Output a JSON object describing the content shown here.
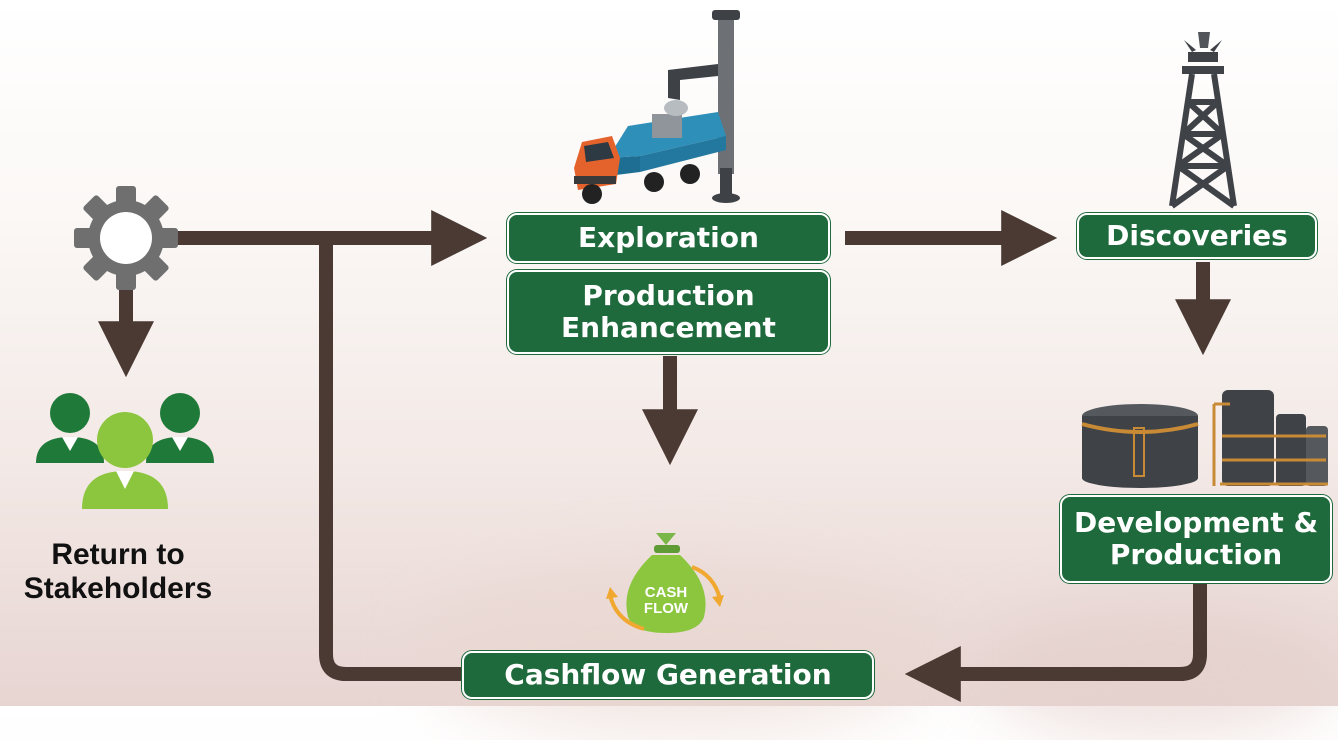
{
  "colors": {
    "box_green": "#1f6a3c",
    "arrow_brown": "#4a3a33",
    "people_dark": "#1f7a3a",
    "people_light": "#8cc63f",
    "gear_gray": "#6f6f6f",
    "tank_gray": "#3f4348",
    "pipe_orange": "#c98a35"
  },
  "nodes": {
    "exploration": {
      "label": "Exploration"
    },
    "production_enhancement": {
      "line1": "Production",
      "line2": "Enhancement"
    },
    "discoveries": {
      "label": "Discoveries"
    },
    "development_production": {
      "line1": "Development &",
      "line2": "Production"
    },
    "cashflow_generation": {
      "label": "Cashflow Generation"
    },
    "return_to_stakeholders": {
      "line1": "Return to",
      "line2": "Stakeholders"
    }
  },
  "icons": {
    "gear": "gear-icon",
    "people": "stakeholders-people-icon",
    "drilling_truck": "drilling-truck-icon",
    "oil_rig": "oil-rig-icon",
    "tanks": "storage-tanks-icon",
    "money_bag": "money-bag-icon",
    "money_bag_text1": "CASH",
    "money_bag_text2": "FLOW"
  }
}
